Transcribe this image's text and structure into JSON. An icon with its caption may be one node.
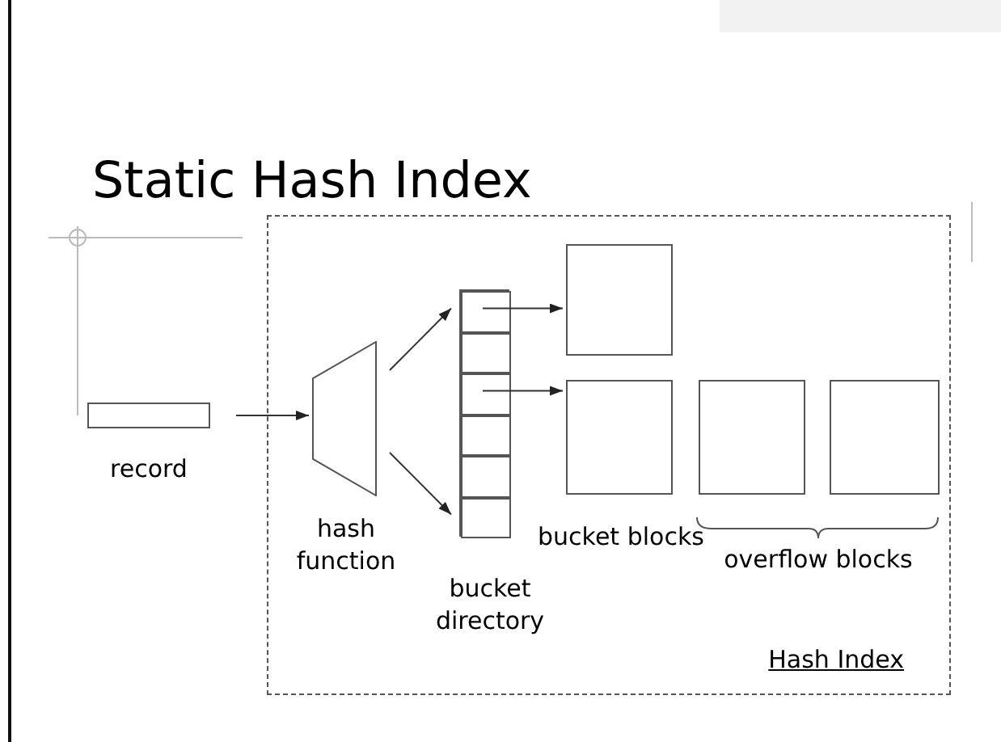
{
  "diagram": {
    "title": "Static Hash Index",
    "nodes": [
      {
        "text": [
          "Hash Index"
        ]
      },
      {
        "text": [],
        "shape": "box",
        "beside": [
          "record"
        ]
      },
      {
        "text": [],
        "shape": "trapezoid",
        "in": 0,
        "beside": [
          "hash function"
        ]
      },
      {
        "text": [],
        "shape": "box",
        "in": 0,
        "beside": [
          "bucket directory"
        ]
      },
      {
        "text": [],
        "shape": "box",
        "in": 3
      },
      {
        "text": [],
        "shape": "box",
        "in": 3
      },
      {
        "text": [],
        "shape": "box",
        "in": 3
      },
      {
        "text": [],
        "shape": "box",
        "in": 3
      },
      {
        "text": [],
        "shape": "box",
        "in": 3
      },
      {
        "text": [],
        "shape": "box",
        "in": 3
      },
      {
        "text": [],
        "shape": "box",
        "in": 0
      },
      {
        "text": [],
        "shape": "box",
        "in": 0
      },
      {
        "text": [],
        "shape": "box",
        "in": 0
      },
      {
        "text": [],
        "shape": "box",
        "in": 0
      }
    ],
    "edges": [
      {
        "from": 1,
        "to": 2,
        "arrow": "to"
      },
      {
        "from": 2,
        "to": 4,
        "arrow": "to"
      },
      {
        "from": 2,
        "to": 9,
        "arrow": "to"
      },
      {
        "from": 4,
        "to": 10,
        "arrow": "to"
      },
      {
        "from": 6,
        "to": 11,
        "arrow": "to"
      }
    ],
    "labels": [
      "bucket blocks",
      "overflow blocks"
    ]
  }
}
